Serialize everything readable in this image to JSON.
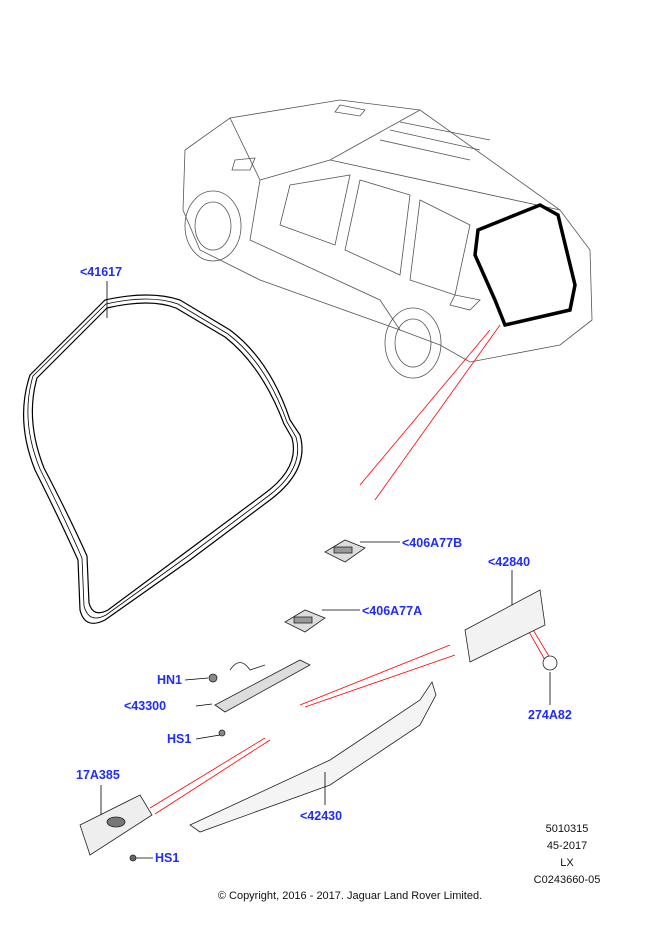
{
  "callouts": {
    "seal": "<41617",
    "lamp_b": "<406A77B",
    "panel": "<42840",
    "lamp_a": "<406A77A",
    "hn1": "HN1",
    "light_bar": "<43300",
    "hs1_top": "HS1",
    "clip": "274A82",
    "plate": "17A385",
    "trim": "<42430",
    "hs1_bottom": "HS1"
  },
  "notes": [
    "5010315",
    "45-2017",
    "LX",
    "C0243660-05"
  ],
  "copyright": "© Copyright, 2016 - 2017. Jaguar Land Rover Limited.",
  "colors": {
    "callout": "#1f2cff",
    "leader": "#ff0000"
  }
}
